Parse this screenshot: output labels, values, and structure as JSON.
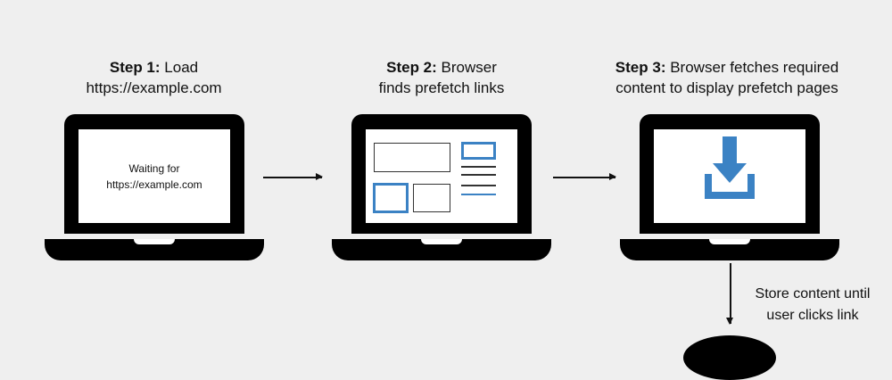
{
  "steps": [
    {
      "bold": "Step 1:",
      "rest": " Load",
      "line2": "https://example.com"
    },
    {
      "bold": "Step 2:",
      "rest": " Browser",
      "line2": "finds prefetch links"
    },
    {
      "bold": "Step 3:",
      "rest": " Browser fetches required",
      "line2": "content to display prefetch pages"
    }
  ],
  "laptop1": {
    "screen_line1": "Waiting for",
    "screen_line2": "https://example.com"
  },
  "store_label": {
    "line1": "Store content until",
    "line2": "user clicks link"
  },
  "colors": {
    "accent": "#3b82c4",
    "laptop": "#000000",
    "background": "#efefef"
  },
  "icons": [
    "download-icon"
  ]
}
